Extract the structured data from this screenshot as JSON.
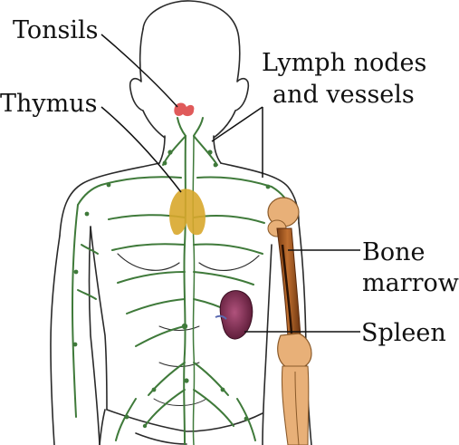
{
  "labels": {
    "tonsils": "Tonsils",
    "thymus": "Thymus",
    "lymph_line1": "Lymph nodes",
    "lymph_line2": "and vessels",
    "bone_line1": "Bone",
    "bone_line2": "marrow",
    "spleen": "Spleen"
  },
  "colors": {
    "outline": "#2a2a2a",
    "lymph": "#3f7a3a",
    "tonsils": "#e05a5a",
    "thymus": "#d8a72c",
    "spleen": "#7a2a4e",
    "bone": "#a65a1c",
    "bone_joint": "#e8b078"
  }
}
